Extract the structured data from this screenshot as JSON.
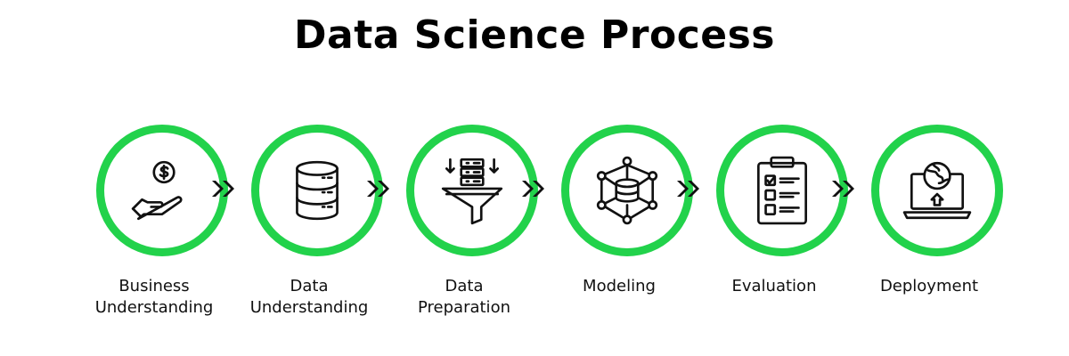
{
  "title": "Data Science Process",
  "accent_color": "#22d24b",
  "steps": [
    {
      "label_line1": "Business",
      "label_line2": "Understanding",
      "icon": "hand-dollar-icon"
    },
    {
      "label_line1": "Data",
      "label_line2": "Understanding",
      "icon": "database-icon"
    },
    {
      "label_line1": "Data",
      "label_line2": "Preparation",
      "icon": "funnel-icon"
    },
    {
      "label_line1": "Modeling",
      "label_line2": "",
      "icon": "network-database-icon"
    },
    {
      "label_line1": "Evaluation",
      "label_line2": "",
      "icon": "clipboard-checklist-icon"
    },
    {
      "label_line1": "Deployment",
      "label_line2": "",
      "icon": "laptop-upload-icon"
    }
  ],
  "connector_icon": "double-chevron-right-icon"
}
